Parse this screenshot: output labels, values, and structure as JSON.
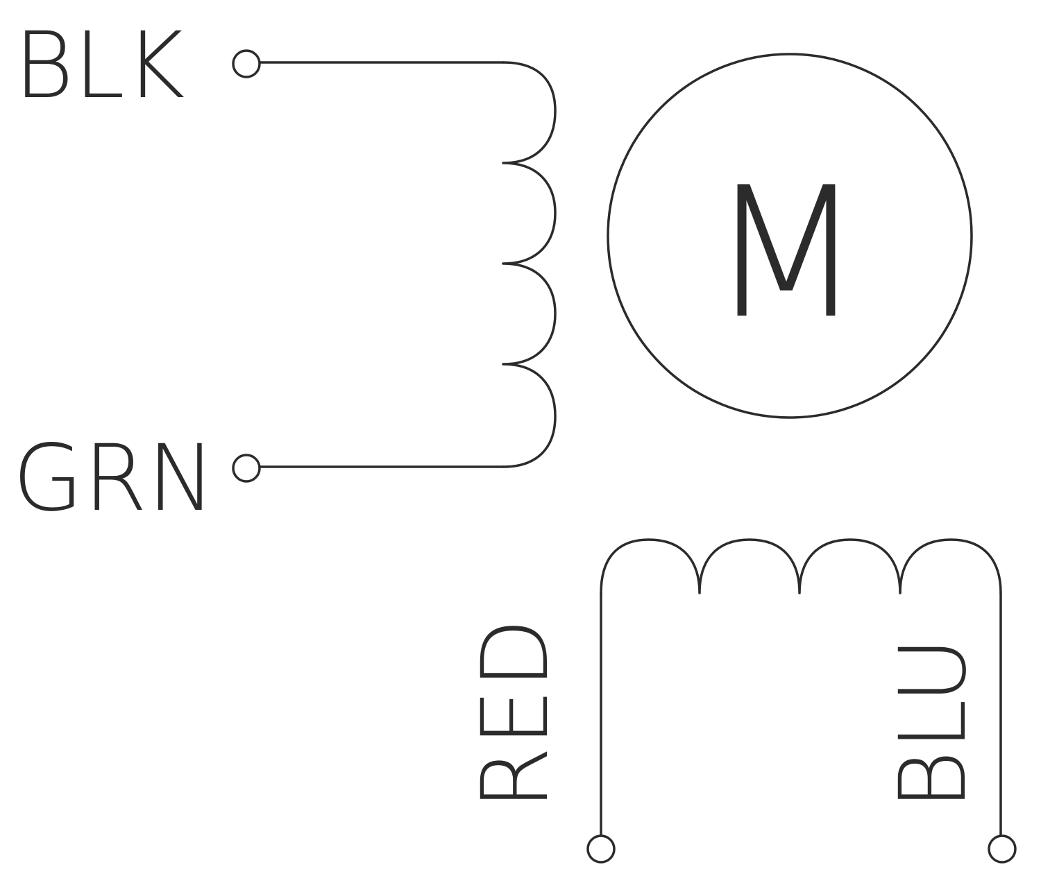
{
  "colors": {
    "line": "#2b2b2b",
    "text": "#2b2b2b",
    "background": "#ffffff"
  },
  "motor": {
    "label": "M"
  },
  "leads": [
    {
      "id": "blk",
      "label": "BLK"
    },
    {
      "id": "grn",
      "label": "GRN"
    },
    {
      "id": "red",
      "label": "RED"
    },
    {
      "id": "blu",
      "label": "BLU"
    }
  ]
}
